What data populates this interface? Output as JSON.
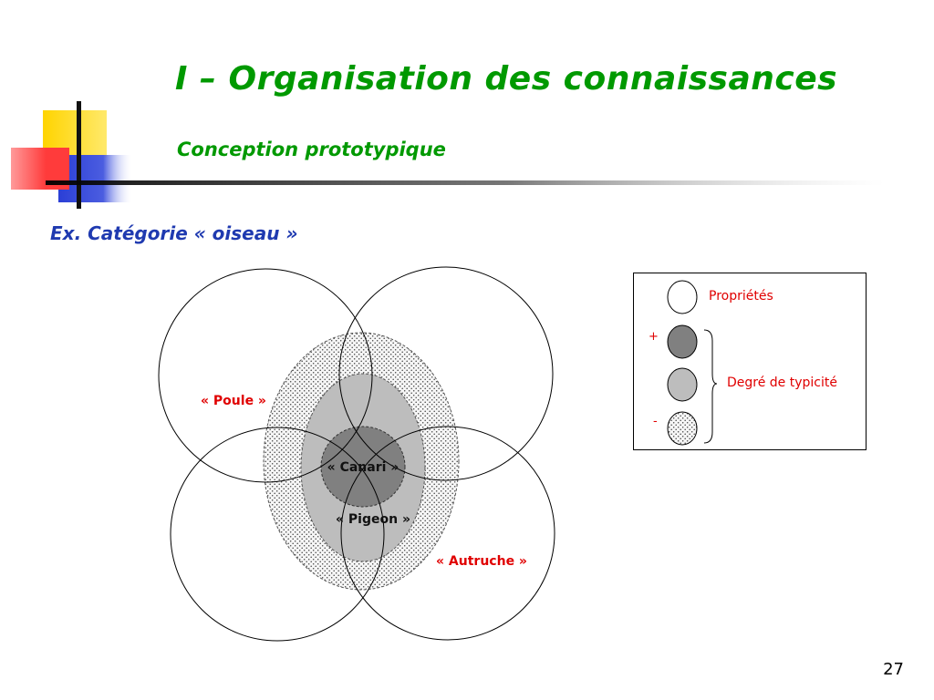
{
  "slide": {
    "title": "I – Organisation des connaissances",
    "subtitle": "Conception prototypique",
    "example": "Ex. Catégorie « oiseau »",
    "page_number": "27"
  },
  "diagram": {
    "labels": {
      "poule": "« Poule »",
      "canari": "« Canari »",
      "pigeon": "« Pigeon »",
      "autruche": "« Autruche »"
    },
    "colors": {
      "label_red": "#e00000",
      "dark_fill": "#808080",
      "medium_fill": "#bdbdbd",
      "dotted_fill": "#f4f4f4"
    }
  },
  "legend": {
    "properties": "Propriétés",
    "plus": "+",
    "minus": "-",
    "typicality": "Degré de typicité"
  }
}
